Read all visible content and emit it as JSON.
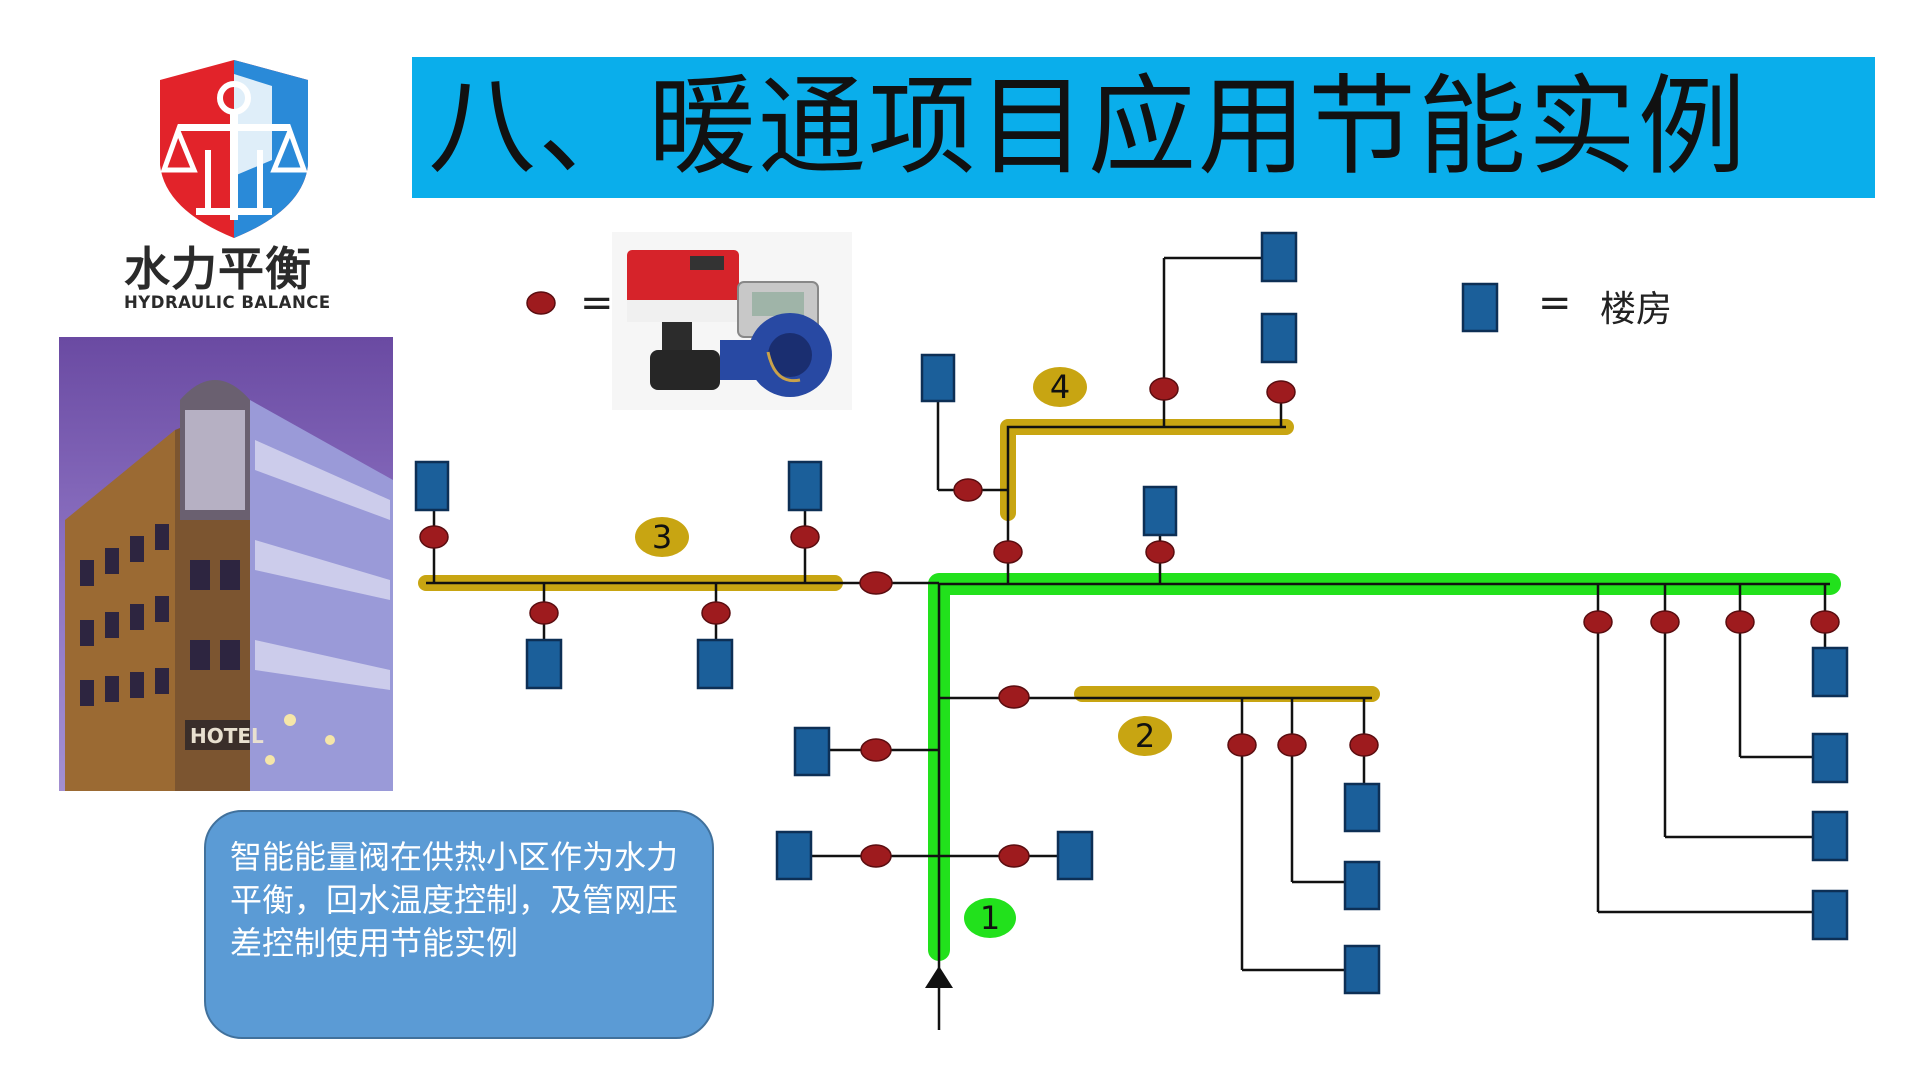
{
  "title": "八、暖通项目应用节能实例",
  "logo": {
    "name_cn": "水力平衡",
    "name_en": "HYDRAULIC BALANCE"
  },
  "photo": {
    "sign_text": "HOTEL"
  },
  "legend": {
    "valve_equals": "=",
    "building_equals": "=",
    "building_label": "楼房"
  },
  "branches": {
    "b1": "1",
    "b2": "2",
    "b3": "3",
    "b4": "4"
  },
  "note": "智能能量阀在供热小区作为水力平衡，回水温度控制，及管网压差控制使用节能实例",
  "colors": {
    "title_bg": "#0aaeeb",
    "main_pipe": "#22e11c",
    "branch_pipe": "#c8a512",
    "valve": "#9e1b1e",
    "building": "#1b5f9a",
    "note_bg": "#5b9bd5"
  },
  "icons": [
    "shield-logo-icon",
    "valve-icon",
    "building-icon",
    "flow-arrow-icon"
  ]
}
